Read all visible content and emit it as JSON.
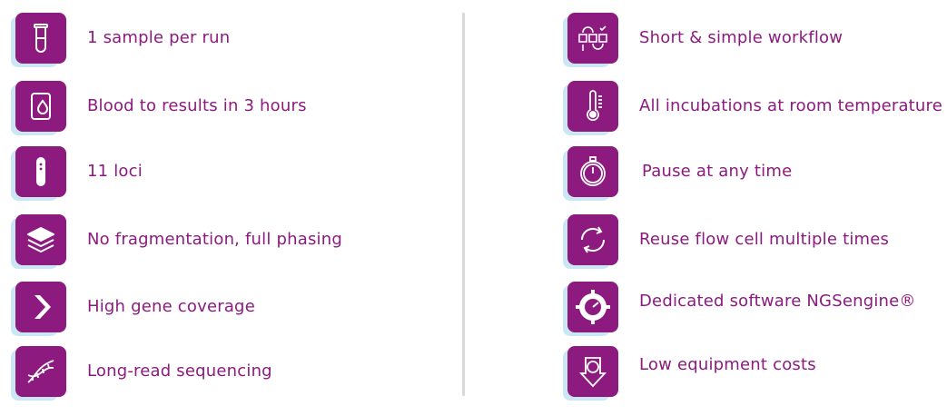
{
  "left_features": [
    {
      "label": "1 sample per run",
      "icon": "test-tube-icon"
    },
    {
      "label": "Blood to results in 3 hours",
      "icon": "blood-drop-device-icon"
    },
    {
      "label": "11 loci",
      "icon": "chromosome-icon"
    },
    {
      "label": "No fragmentation, full phasing",
      "icon": "layers-icon"
    },
    {
      "label": "High gene coverage",
      "icon": "chevron-right-icon"
    },
    {
      "label": "Long-read sequencing",
      "icon": "dna-icon"
    }
  ],
  "right_features": [
    {
      "label": "Short & simple workflow",
      "icon": "workflow-icon"
    },
    {
      "label": "All incubations at room temperature",
      "icon": "thermometer-icon"
    },
    {
      "label": "Pause at any time",
      "icon": "stopwatch-icon"
    },
    {
      "label": "Reuse flow cell multiple times",
      "icon": "reuse-arrows-icon"
    },
    {
      "label": "Dedicated software NGSengine®",
      "icon": "gear-gauge-icon"
    },
    {
      "label": "Low equipment costs",
      "icon": "dollar-arrow-down-icon"
    }
  ],
  "colors": {
    "brand": "#8c1a7f",
    "shadow": "#cbe6f5",
    "divider": "#d9d9d9"
  }
}
